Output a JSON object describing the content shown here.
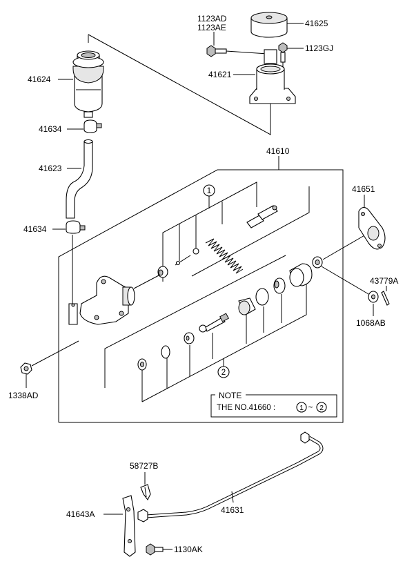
{
  "labels": {
    "p1123AD": "1123AD",
    "p1123AE": "1123AE",
    "p41625": "41625",
    "p1123GJ": "1123GJ",
    "p41621": "41621",
    "p41624": "41624",
    "p41634_top": "41634",
    "p41623": "41623",
    "p41610": "41610",
    "p41651": "41651",
    "p41634_bot": "41634",
    "p43779A": "43779A",
    "p1068AB": "1068AB",
    "p1338AD": "1338AD",
    "p58727B": "58727B",
    "p41643A": "41643A",
    "p41631": "41631",
    "p1130AK": "1130AK"
  },
  "callouts": {
    "one": "1",
    "two": "2"
  },
  "note": {
    "title": "NOTE",
    "text": "THE NO.41660 :",
    "range_sep": "~",
    "from": "1",
    "to": "2"
  }
}
